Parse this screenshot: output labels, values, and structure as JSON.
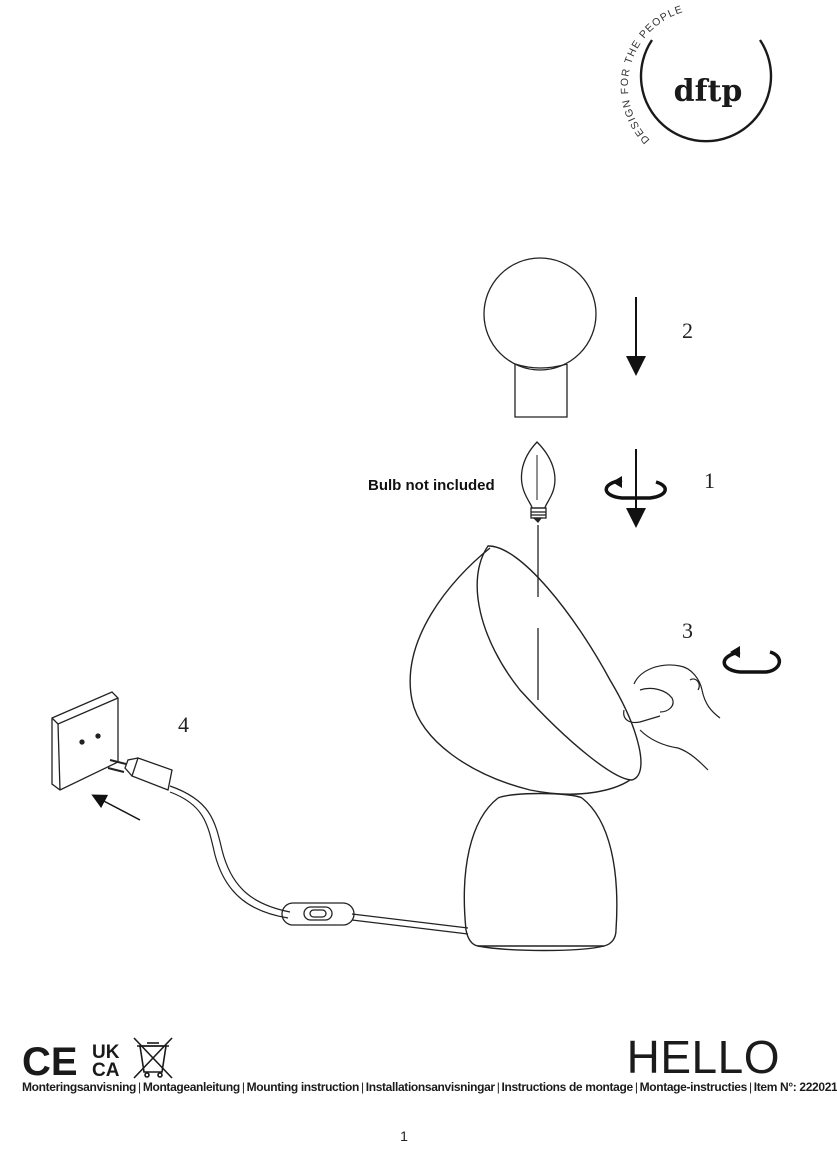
{
  "logo": {
    "ring_text": "DESIGN FOR THE PEOPLE",
    "brand": "dftp"
  },
  "steps": {
    "step1": "1",
    "step2": "2",
    "step3": "3",
    "step4": "4"
  },
  "bulb_label": "Bulb not included",
  "certifications": {
    "ce": "CE",
    "ukca_top": "UK",
    "ukca_bottom": "CA"
  },
  "product_name": "HELLO",
  "footer": {
    "items": [
      "Monteringsanvisning",
      "Montageanleitung",
      "Mounting instruction",
      "Installationsanvisningar",
      "Instructions de montage",
      "Montage-instructies",
      "Item N°: 222021"
    ]
  },
  "page_number": "1"
}
